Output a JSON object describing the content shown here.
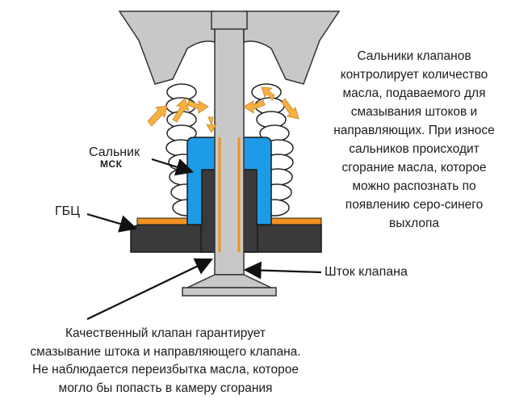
{
  "labels": {
    "seal": "Сальник",
    "seal_brand": "МСК",
    "cylinder_head": "ГБЦ",
    "valve_stem": "Шток клапана"
  },
  "descriptions": {
    "right_lines": [
      "Сальники клапанов",
      "контролирует количество",
      "масла, подаваемого для",
      "смазывания штоков и",
      "направляющих. При износе",
      "сальников происходит",
      "сгорание масла, которое",
      "можно распознать по",
      "появлению серо-синего",
      "выхлопа"
    ],
    "bottom_lines": [
      "Качественный клапан гарантирует",
      "смазывание штока и направляющего клапана.",
      "Не наблюдается переизбытка масла, которое",
      "могло бы попасть в камеру сгорания"
    ]
  },
  "colors": {
    "seal_blue": "#1e9be6",
    "oil_orange": "#f0921e",
    "arrow_orange": "#f5b041",
    "metal_gray": "#c8c8c8",
    "metal_dark": "#3a3a3a",
    "spring_fill": "#ffffff",
    "outline": "#222222"
  }
}
